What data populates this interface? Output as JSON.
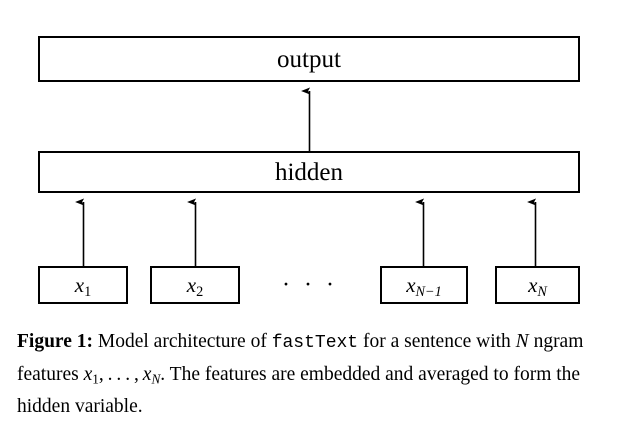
{
  "figure": {
    "background_color": "#ffffff",
    "stroke_color": "#000000",
    "layers": {
      "output": {
        "label": "output"
      },
      "hidden": {
        "label": "hidden"
      }
    },
    "inputs": [
      {
        "base": "x",
        "sub": "1",
        "sub_italic": false,
        "label": "x1"
      },
      {
        "base": "x",
        "sub": "2",
        "sub_italic": false,
        "label": "x2"
      },
      {
        "base": "x",
        "sub": "N−1",
        "sub_italic": true,
        "label": "xN−1"
      },
      {
        "base": "x",
        "sub": "N",
        "sub_italic": true,
        "label": "xN"
      }
    ],
    "ellipsis": "· · ·",
    "arrows": {
      "hidden_to_output_count": 1,
      "inputs_to_hidden_count": 4,
      "direction": "up"
    }
  },
  "caption": {
    "label": "Figure 1:",
    "part1": " Model architecture of ",
    "monospace_term": "fastText",
    "part2": " for a sentence with ",
    "var_n": "N",
    "part3": " ngram features ",
    "x_first_base": "x",
    "x_first_sub": "1",
    "list_sep": ", . . . , ",
    "x_last_base": "x",
    "x_last_sub": "N",
    "part4": ". The features are embedded and averaged to form the hidden variable."
  }
}
